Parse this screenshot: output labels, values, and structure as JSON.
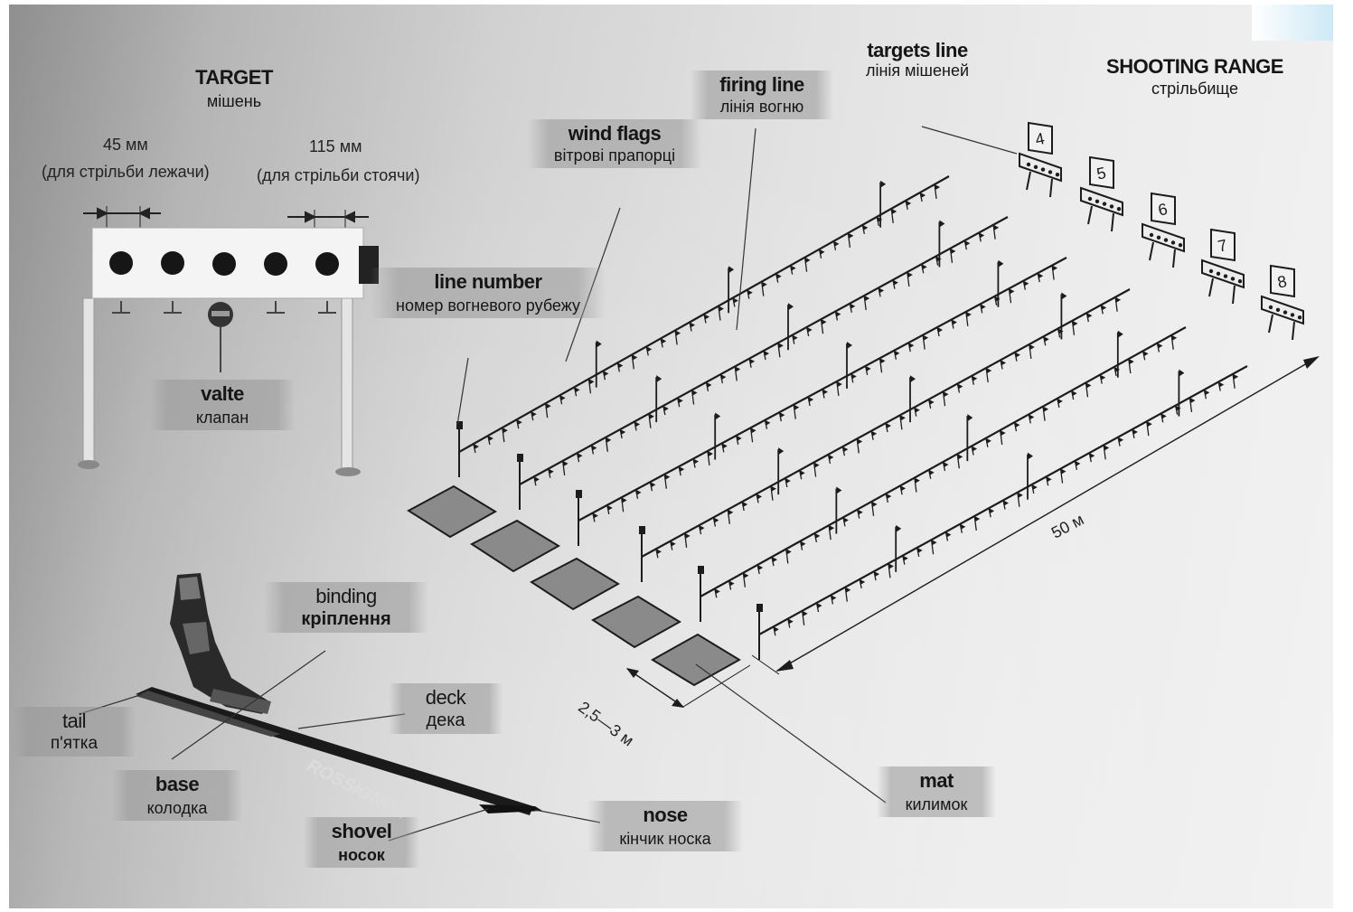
{
  "target": {
    "title": "TARGET",
    "title_ua": "мішень",
    "dim_prone_value": "45 мм",
    "dim_prone_note": "(для стрільби лежачи)",
    "dim_standing_value": "115 мм",
    "dim_standing_note": "(для стрільби стоячи)",
    "valve": "valte",
    "valve_ua": "клапан"
  },
  "range": {
    "targets_line": "targets line",
    "targets_line_ua": "лінія мішеней",
    "shooting_range": "SHOOTING RANGE",
    "shooting_range_ua": "стрільбище",
    "firing_line": "firing line",
    "firing_line_ua": "лінія вогню",
    "wind_flags": "wind flags",
    "wind_flags_ua": "вітрові прапорці",
    "line_number": "line number",
    "line_number_ua": "номер вогневого рубежу",
    "mat": "mat",
    "mat_ua": "килимок",
    "distance": "50 м",
    "mat_spacing": "2,5—3 м",
    "target_numbers": [
      "4",
      "5",
      "6",
      "7",
      "8"
    ]
  },
  "ski": {
    "brand": "ROSSIGNOL",
    "binding": "binding",
    "binding_ua": "кріплення",
    "deck": "deck",
    "deck_ua": "дека",
    "tail": "tail",
    "tail_ua": "п'ятка",
    "base": "base",
    "base_ua": "колодка",
    "shovel": "shovel",
    "shovel_ua": "носок",
    "nose": "nose",
    "nose_ua": "кінчик носка"
  },
  "colors": {
    "ink": "#1c1c1c",
    "mat": "#8a8a8a",
    "paper_dark": "#8f8f8f",
    "paper_light": "#f2f2f2"
  }
}
